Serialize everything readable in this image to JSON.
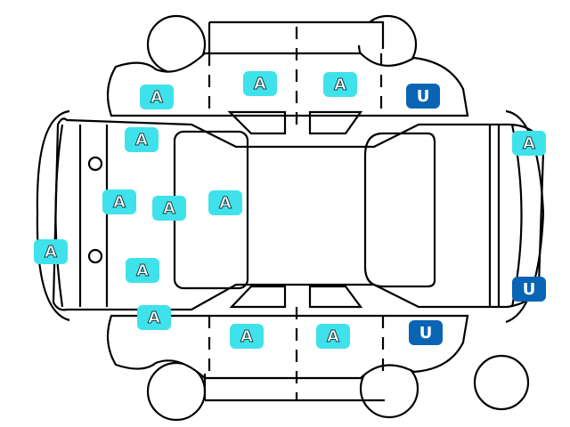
{
  "colors": {
    "A": "#3fe2ea",
    "U": "#0a64b4"
  },
  "badges": [
    {
      "code": "A",
      "part": "front-left-fender"
    },
    {
      "code": "A",
      "part": "front-left-door"
    },
    {
      "code": "A",
      "part": "rear-left-door"
    },
    {
      "code": "U",
      "part": "rear-left-quarter"
    },
    {
      "code": "A",
      "part": "hood-left"
    },
    {
      "code": "A",
      "part": "trunk-rear-left"
    },
    {
      "code": "A",
      "part": "hood-center"
    },
    {
      "code": "A",
      "part": "cowl"
    },
    {
      "code": "A",
      "part": "windshield"
    },
    {
      "code": "A",
      "part": "front-bumper"
    },
    {
      "code": "A",
      "part": "hood-right"
    },
    {
      "code": "A",
      "part": "front-right-fender"
    },
    {
      "code": "A",
      "part": "front-right-door"
    },
    {
      "code": "A",
      "part": "rear-right-door"
    },
    {
      "code": "U",
      "part": "rear-right-quarter"
    },
    {
      "code": "U",
      "part": "rear-bumper"
    }
  ]
}
